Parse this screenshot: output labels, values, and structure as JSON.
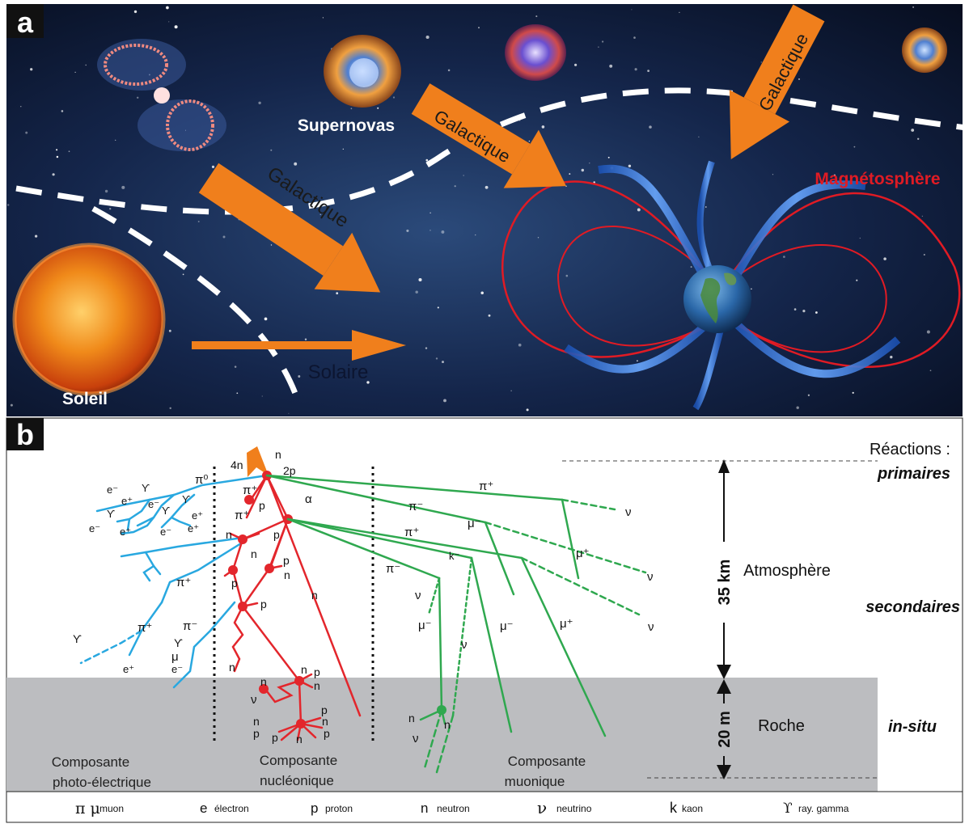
{
  "panel_a": {
    "label": "a",
    "labels": {
      "supernovas": "Supernovas",
      "soleil": "Soleil",
      "magnetosphere": "Magnétosphère",
      "galactique_left": "Galactique",
      "galactique_mid": "Galactique",
      "galactique_right": "Galactique",
      "solaire": "Solaire"
    },
    "colors": {
      "arrow": "#f07f1c",
      "field": "#e01b24",
      "space": "#0d1a33"
    }
  },
  "panel_b": {
    "label": "b",
    "right_labels": {
      "reactions": "Réactions :",
      "primaires": "primaires",
      "secondaires": "secondaires",
      "in_situ": "in-situ",
      "atmosphere": "Atmosphère",
      "roche": "Roche",
      "km": "35 km",
      "m": "20 m"
    },
    "components": {
      "photo": [
        "Composante",
        "photo-électrique"
      ],
      "nucleo": [
        "Composante",
        "nucléonique"
      ],
      "muon": [
        "Composante",
        "muonique"
      ]
    },
    "particles": {
      "pi0": "π⁰",
      "pi_plus": "π⁺",
      "pi_minus": "π⁻",
      "mu_minus": "μ⁻",
      "mu_plus": "μ⁺",
      "nu": "ν",
      "k_minus": "k⁻",
      "e_minus": "e⁻",
      "e_plus": "e⁺",
      "gamma": "ϒ",
      "n": "n",
      "p": "p",
      "alpha": "α",
      "four_n": "4n",
      "two_p": "2p",
      "mu": "μ"
    },
    "colors": {
      "photo": "#29a8e0",
      "nucleo": "#e3262c",
      "muon": "#2fa84f",
      "rock": "#bcbdc0",
      "input_arrow": "#f07f1c"
    }
  },
  "legend": [
    {
      "symbol": "π μ",
      "label": "muon"
    },
    {
      "symbol": "e",
      "label": "électron"
    },
    {
      "symbol": "p",
      "label": "proton"
    },
    {
      "symbol": "n",
      "label": "neutron"
    },
    {
      "symbol": "ν",
      "label": "neutrino"
    },
    {
      "symbol": "k",
      "label": "kaon"
    },
    {
      "symbol": "ϒ",
      "label": "ray. gamma"
    }
  ]
}
